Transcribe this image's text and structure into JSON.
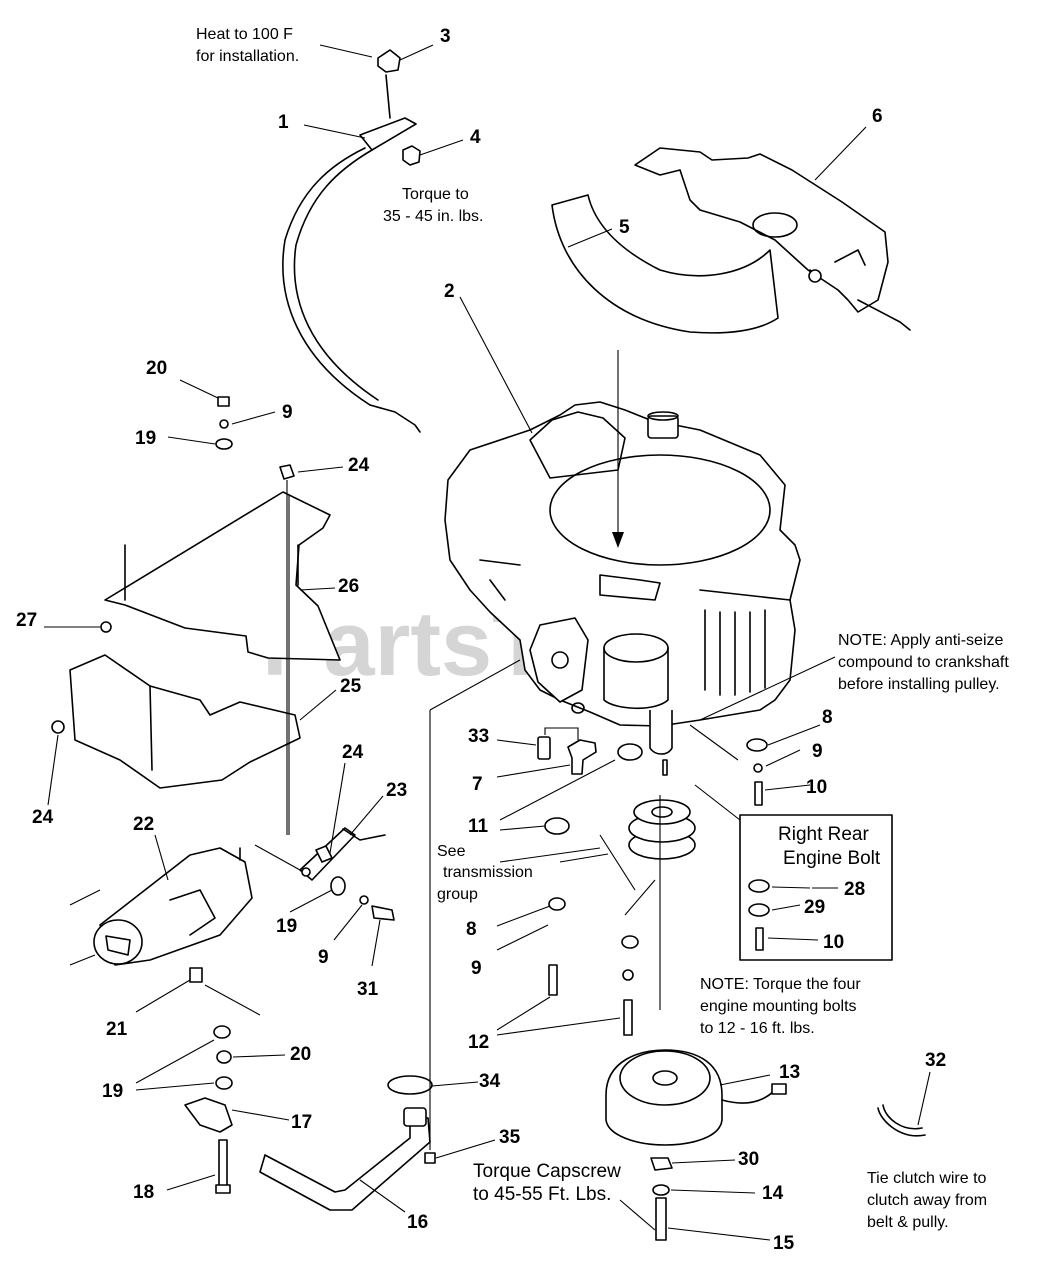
{
  "watermark": "PartsTree",
  "callouts": {
    "c1": "1",
    "c2": "2",
    "c3": "3",
    "c4": "4",
    "c5": "5",
    "c6": "6",
    "c7": "7",
    "c8a": "8",
    "c8b": "8",
    "c9a": "9",
    "c9b": "9",
    "c9c": "9",
    "c9d": "9",
    "c10a": "10",
    "c10b": "10",
    "c11": "11",
    "c12": "12",
    "c13": "13",
    "c14": "14",
    "c15": "15",
    "c16": "16",
    "c17": "17",
    "c18": "18",
    "c19a": "19",
    "c19b": "19",
    "c19c": "19",
    "c20a": "20",
    "c20b": "20",
    "c21": "21",
    "c22": "22",
    "c23": "23",
    "c24a": "24",
    "c24b": "24",
    "c24c": "24",
    "c25": "25",
    "c26": "26",
    "c27": "27",
    "c28": "28",
    "c29": "29",
    "c30": "30",
    "c31": "31",
    "c32": "32",
    "c33": "33",
    "c34": "34",
    "c35": "35"
  },
  "notes": {
    "heat_line1": "Heat to 100  F",
    "heat_line2": "for installation.",
    "torque4_line1": "Torque to",
    "torque4_line2": "35 - 45 in. lbs.",
    "antiseize_line1": "NOTE: Apply anti-seize",
    "antiseize_line2": "compound to crankshaft",
    "antiseize_line3": "before installing pulley.",
    "see_line1": "See",
    "see_line2": "transmission",
    "see_line3": "group",
    "mount_line1": "NOTE: Torque the four",
    "mount_line2": "engine mounting bolts",
    "mount_line3": "to 12 - 16 ft. lbs.",
    "capscrew_line1": "Torque Capscrew",
    "capscrew_line2": "to 45-55 Ft. Lbs.",
    "tie_line1": "Tie clutch wire to",
    "tie_line2": "clutch away from",
    "tie_line3": "belt & pully."
  },
  "detail_box": {
    "title_line1": "Right Rear",
    "title_line2": "Engine Bolt"
  }
}
